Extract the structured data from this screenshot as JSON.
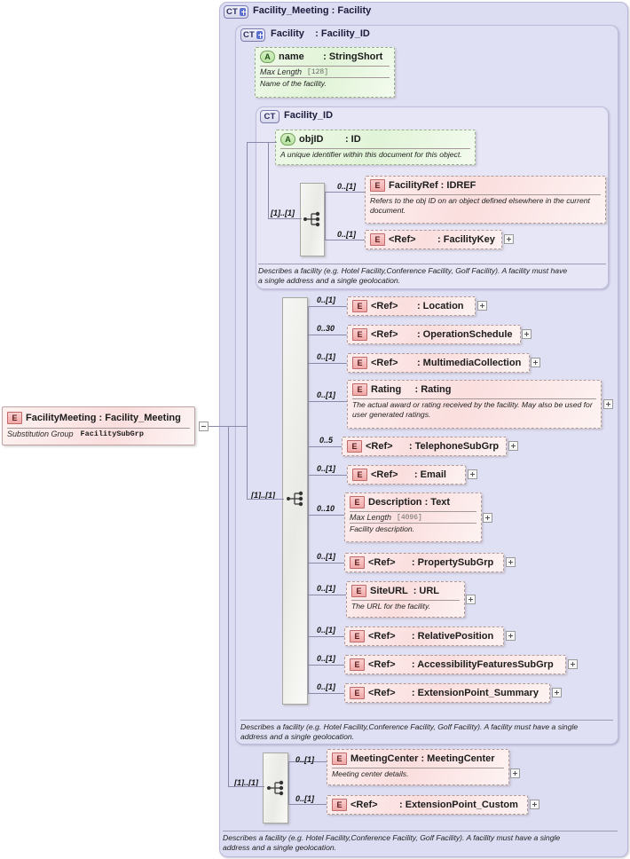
{
  "root": {
    "badge": "CT",
    "title": "Facility_Meeting : Facility"
  },
  "facility_group": {
    "badge": "CT",
    "title": "Facility    : Facility_ID"
  },
  "name_attr": {
    "badge": "A",
    "title": "name       : StringShort",
    "facet_label": "Max Length",
    "facet_value": "[128]",
    "doc": "Name of the facility."
  },
  "facility_id_group": {
    "badge": "CT",
    "title": "Facility_ID",
    "doc": "Describes a facility (e.g. Hotel Facility,Conference Facility, Golf Facility).  A facility must have\na single address and a single geolocation."
  },
  "objid_attr": {
    "badge": "A",
    "title": "objID        : ID",
    "doc": "A unique identifier within this document for this object."
  },
  "facility_id_seq": {
    "cardinality": "[1]..[1]",
    "children": [
      {
        "badge": "E",
        "cardinality": "0..[1]",
        "title": "FacilityRef : IDREF",
        "doc": "Refers to the obj ID on an object defined elsewhere in the current\ndocument.",
        "expand": false
      },
      {
        "badge": "E",
        "cardinality": "0..[1]",
        "title": "<Ref>        : FacilityKey",
        "doc": "",
        "expand": true
      }
    ]
  },
  "facility_seq": {
    "cardinality": "[1]..[1]",
    "children": [
      {
        "badge": "E",
        "cardinality": "0..[1]",
        "title": "<Ref>       : Location",
        "doc": "",
        "expand": true
      },
      {
        "badge": "E",
        "cardinality": "0..30",
        "title": "<Ref>       : OperationSchedule",
        "doc": "",
        "expand": true
      },
      {
        "badge": "E",
        "cardinality": "0..[1]",
        "title": "<Ref>       : MultimediaCollection",
        "doc": "",
        "expand": true
      },
      {
        "badge": "E",
        "cardinality": "0..[1]",
        "title": "Rating     : Rating",
        "doc": "The actual award or rating received by the facility.  May also be used for\nuser generated ratings.",
        "expand": true
      },
      {
        "badge": "E",
        "cardinality": "0..5",
        "title": "<Ref>      : TelephoneSubGrp",
        "doc": "",
        "expand": true
      },
      {
        "badge": "E",
        "cardinality": "0..[1]",
        "title": "<Ref>      : Email",
        "doc": "",
        "expand": true
      },
      {
        "badge": "E",
        "cardinality": "0..10",
        "title": "Description : Text",
        "facet_label": "Max Length",
        "facet_value": "[4096]",
        "doc": "Facility description.",
        "expand": true
      },
      {
        "badge": "E",
        "cardinality": "0..[1]",
        "title": "<Ref>      : PropertySubGrp",
        "doc": "",
        "expand": true
      },
      {
        "badge": "E",
        "cardinality": "0..[1]",
        "title": "SiteURL  : URL",
        "doc": "The URL for the facility.",
        "expand": true
      },
      {
        "badge": "E",
        "cardinality": "0..[1]",
        "title": "<Ref>      : RelativePosition",
        "doc": "",
        "expand": true
      },
      {
        "badge": "E",
        "cardinality": "0..[1]",
        "title": "<Ref>      : AccessibilityFeaturesSubGrp",
        "doc": "",
        "expand": true
      },
      {
        "badge": "E",
        "cardinality": "0..[1]",
        "title": "<Ref>      : ExtensionPoint_Summary",
        "doc": "",
        "expand": true
      }
    ],
    "doc": "Describes a facility (e.g. Hotel Facility,Conference Facility, Golf Facility).  A facility must have a single\naddress and a single geolocation."
  },
  "root_seq": {
    "cardinality": "[1]..[1]",
    "children": [
      {
        "badge": "E",
        "cardinality": "0..[1]",
        "title": "MeetingCenter : MeetingCenter",
        "doc": "Meeting center details.",
        "expand": true
      },
      {
        "badge": "E",
        "cardinality": "0..[1]",
        "title": "<Ref>        : ExtensionPoint_Custom",
        "doc": "",
        "expand": true
      }
    ]
  },
  "root_doc": "Describes a facility (e.g. Hotel Facility,Conference Facility, Golf Facility).  A facility must have a single\naddress and a single geolocation.",
  "left_node": {
    "badge": "E",
    "title": "FacilityMeeting : Facility_Meeting",
    "facet_label": "Substitution Group",
    "facet_value": "FacilitySubGrp"
  },
  "colors": {
    "container_bg": "#dcdcf2",
    "element_bg": "#fbdede",
    "attribute_bg": "#e1f4d7",
    "badge_e": "#f0a8a8",
    "badge_a": "#b7e3a0",
    "line": "#8a8aa8"
  }
}
